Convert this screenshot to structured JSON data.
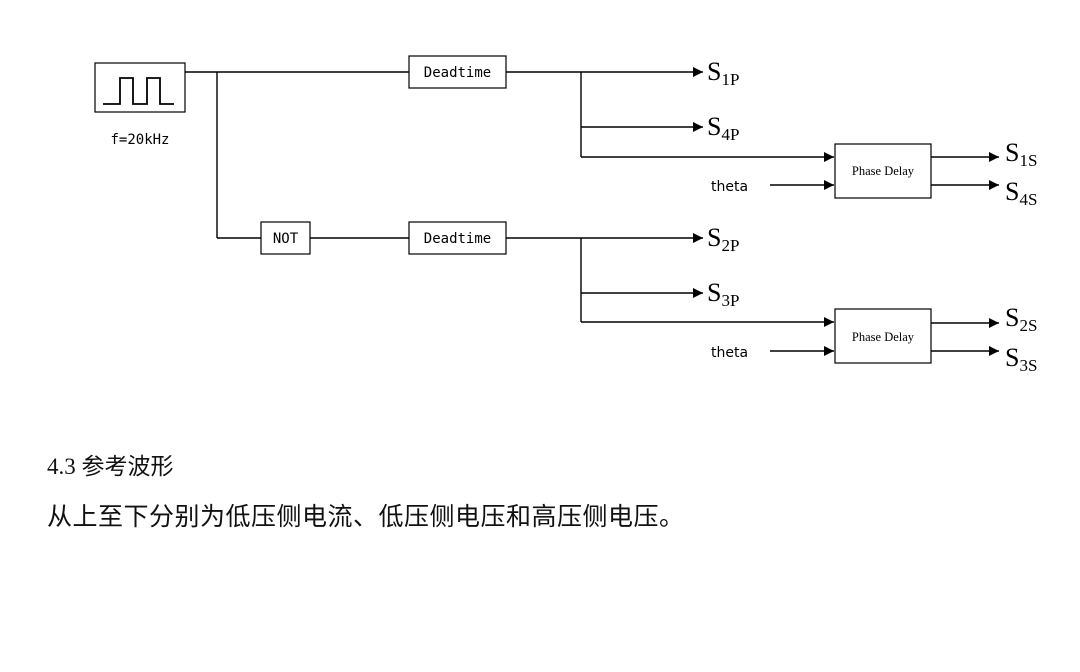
{
  "diagram": {
    "source": {
      "label": "f=20kHz"
    },
    "blocks": {
      "deadtime_top": "Deadtime",
      "deadtime_bottom": "Deadtime",
      "not_gate": "NOT",
      "phase_delay_top": "Phase Delay",
      "phase_delay_bottom": "Phase Delay"
    },
    "inputs": {
      "theta_top": "theta",
      "theta_bottom": "theta"
    },
    "outputs": {
      "s1p": {
        "base": "S",
        "sub": "1P"
      },
      "s4p": {
        "base": "S",
        "sub": "4P"
      },
      "s1s": {
        "base": "S",
        "sub": "1S"
      },
      "s4s": {
        "base": "S",
        "sub": "4S"
      },
      "s2p": {
        "base": "S",
        "sub": "2P"
      },
      "s3p": {
        "base": "S",
        "sub": "3P"
      },
      "s2s": {
        "base": "S",
        "sub": "2S"
      },
      "s3s": {
        "base": "S",
        "sub": "3S"
      }
    }
  },
  "text": {
    "section_heading": "4.3 参考波形",
    "description": "从上至下分别为低压侧电流、低压侧电压和高压侧电压。"
  }
}
